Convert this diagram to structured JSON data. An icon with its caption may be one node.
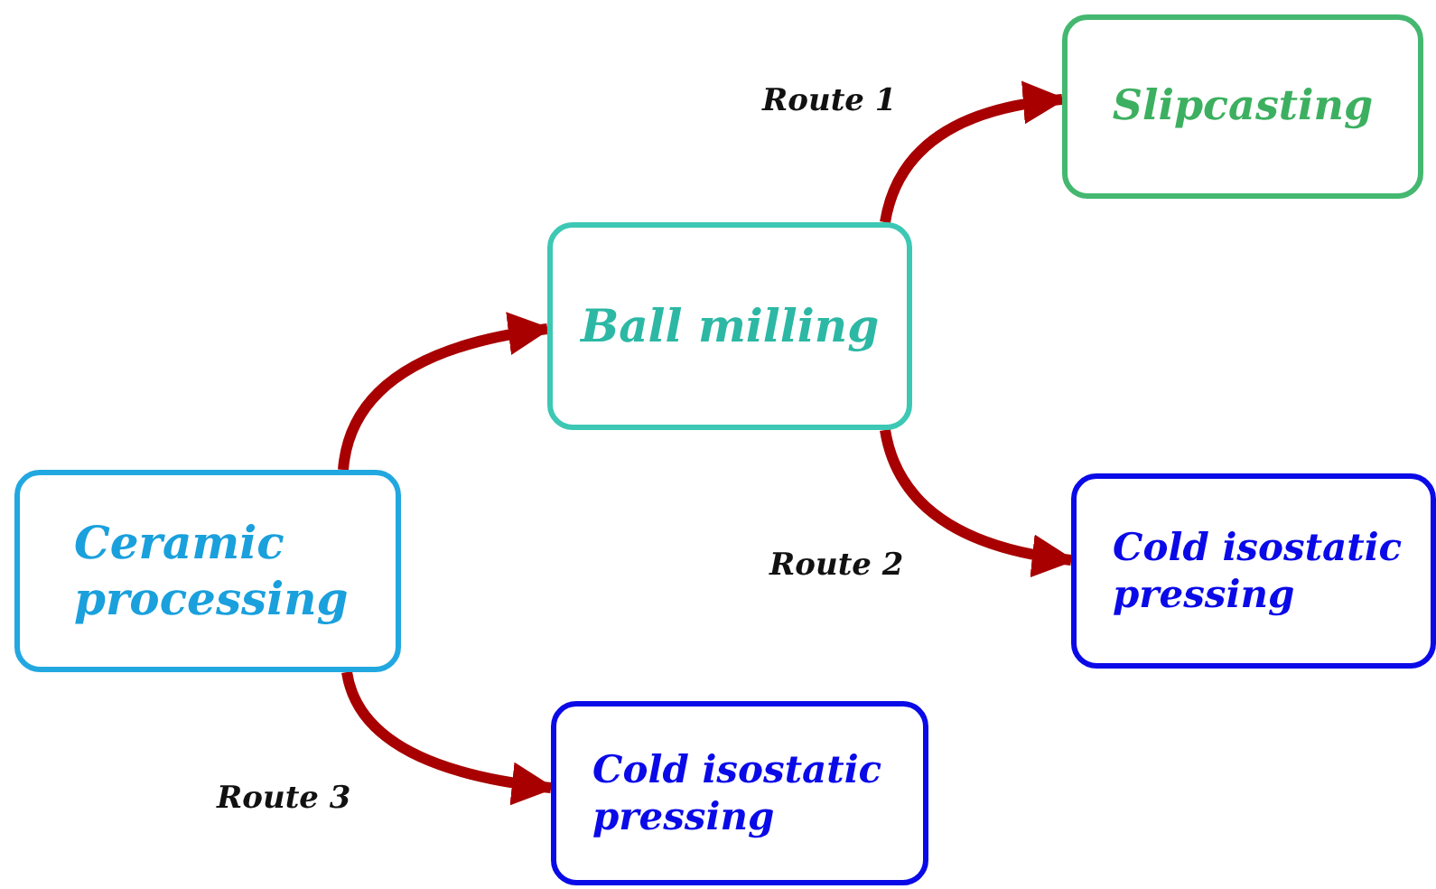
{
  "diagram": {
    "nodes": [
      {
        "text": [
          "Ceramic processing"
        ]
      },
      {
        "text": [
          "Ball milling"
        ]
      },
      {
        "text": [
          "Slipcasting"
        ]
      },
      {
        "text": [
          "Cold isostatic pressing"
        ]
      },
      {
        "text": [
          "Cold isostatic pressing"
        ]
      }
    ],
    "edges": [
      {
        "from": 0,
        "to": 1,
        "arrow": "to"
      },
      {
        "from": 1,
        "to": 2,
        "arrow": "to",
        "label": "Route 1"
      },
      {
        "from": 1,
        "to": 3,
        "arrow": "to",
        "label": "Route 2"
      },
      {
        "from": 0,
        "to": 4,
        "arrow": "to",
        "label": "Route 3"
      }
    ]
  }
}
